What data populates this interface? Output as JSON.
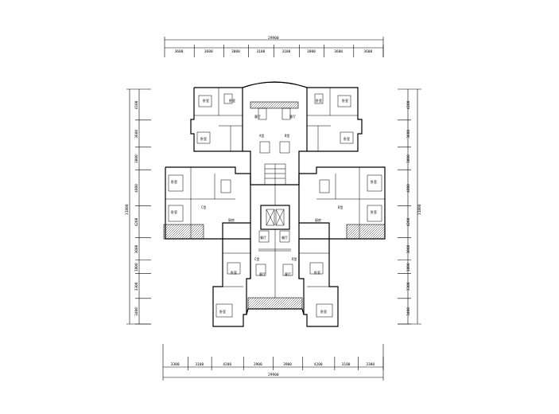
{
  "drawing": {
    "top_dimensions": {
      "total": "29900",
      "segments": [
        "3600",
        "3600",
        "3000",
        "3100",
        "3100",
        "3000",
        "3600",
        "3600"
      ]
    },
    "bottom_dimensions": {
      "total": "29900",
      "segments": [
        "3300",
        "3100",
        "4200",
        "3900",
        "3900",
        "4200",
        "3100",
        "3300"
      ]
    },
    "left_dimensions": {
      "total": "31800",
      "segments": [
        "4100",
        "3600",
        "3000",
        "4800",
        "4200",
        "3000",
        "1800",
        "3300",
        "3400"
      ]
    },
    "right_dimensions": {
      "total": "31800",
      "segments": [
        "4100",
        "3600",
        "3000",
        "4800",
        "4200",
        "3000",
        "1800",
        "3300",
        "3400"
      ]
    },
    "room_labels": {
      "bedroom": "卧室",
      "living": "客厅",
      "dining": "餐厅",
      "kitchen": "厨房",
      "toilet": "卫",
      "balcony": "阳台",
      "unit_a": "A型",
      "unit_b": "B型",
      "unit_c": "C型",
      "unit_d": "D型"
    }
  }
}
